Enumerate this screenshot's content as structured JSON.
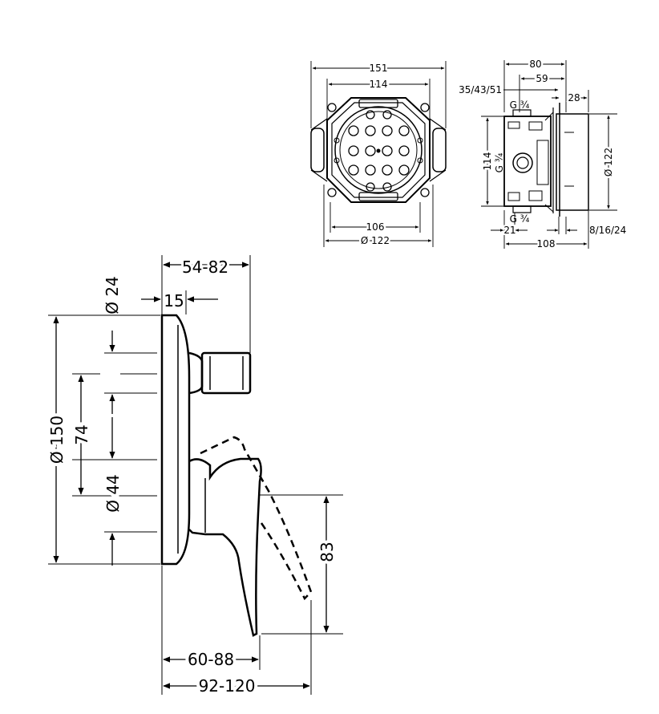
{
  "mixer_view": {
    "dims": {
      "projection_range": "54-82",
      "inlet_projection": "15",
      "outlet_diameter": "Ø 24",
      "plate_diameter": "Ø 150",
      "outlet_spacing": "74",
      "handle_hub_diameter": "Ø 44",
      "handle_drop": "83",
      "handle_depth": "60-88",
      "overall_depth": "92-120"
    }
  },
  "box_front": {
    "dims": {
      "outer_width": "151",
      "inner_width": "114",
      "bottom_width": "106",
      "bottom_diameter": "Ø 122"
    }
  },
  "box_side": {
    "dims": {
      "depth_total": "80",
      "depth_inner": "59",
      "depth_options": "35/43/51",
      "thread_top": "G ¾",
      "front_gap": "28",
      "height_114": "114",
      "thread_side": "G ¾",
      "diameter_122": "Ø 122",
      "thread_bottom": "G ¾",
      "rear_21": "21",
      "frame_options": "8/16/24",
      "overall_108": "108"
    }
  }
}
